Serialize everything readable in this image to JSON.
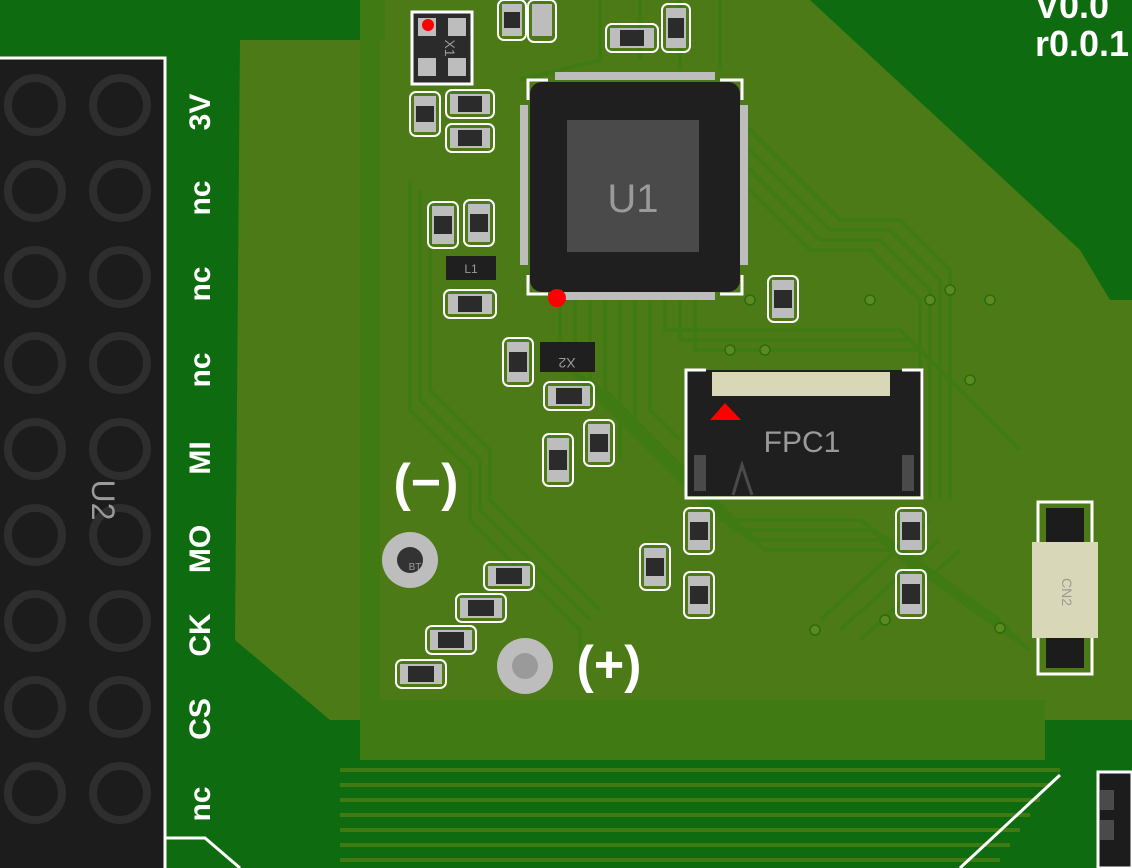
{
  "board": {
    "version_line1": "V0.0",
    "version_line2": "r0.0.1",
    "colors": {
      "board": "#4c7a16",
      "copper_pour": "#0f6b0f",
      "silkscreen": "#ffffff",
      "pin1_marker": "#ff0000",
      "header": "#1c1c1c",
      "ic_body": "#2a2a2a"
    }
  },
  "header_u2": {
    "ref": "U2",
    "pin_labels": [
      "3V",
      "nc",
      "nc",
      "nc",
      "MI",
      "MO",
      "CK",
      "CS",
      "nc"
    ]
  },
  "components": {
    "u1": "U1",
    "fpc1": "FPC1",
    "cn2": "CN2",
    "x2": "X2",
    "x1": "X1",
    "l1": "L1",
    "bt1": "BT",
    "battery_minus": "(−)",
    "battery_plus": "(+)"
  },
  "icons": [
    "pin1-marker-icon",
    "battery-minus-pad-icon",
    "battery-plus-pad-icon"
  ]
}
